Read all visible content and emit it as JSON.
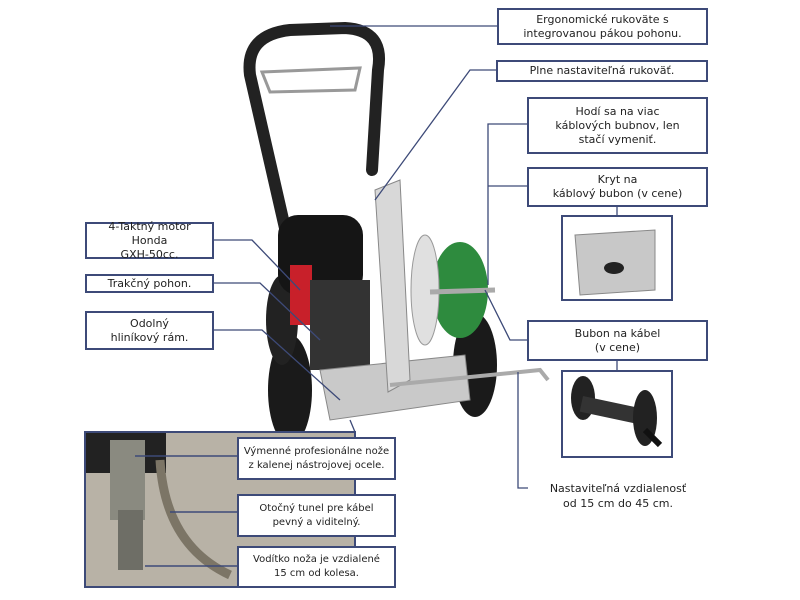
{
  "callouts": {
    "handles": "Ergonomické rukoväte s\nintegrovanou pákou pohonu.",
    "adjustable_handle": "Plne nastaviteľná rukoväť.",
    "multiple_drums": "Hodí sa na viac\nkáblových bubnov, len\nstačí vymeniť.",
    "drum_cover": "Kryt na\nkáblový bubon (v cene)",
    "cable_drum": "Bubon na kábel\n(v cene)",
    "distance": "Nastaviteľná vzdialenosť\nod 15 cm do 45 cm.",
    "engine": "4-Taktný motor Honda\nGXH-50cc.",
    "traction": "Trakčný pohon.",
    "frame": "Odolný\nhliníkový rám.",
    "blades": "Výmenné profesionálne nože\nz kalenej nástrojovej ocele.",
    "tunnel": "Otočný tunel pre kábel\npevný a viditelný.",
    "guide": "Vodítko noža je vzdialené\n15 cm od kolesa."
  },
  "colors": {
    "line": "#3d4a78",
    "engine_red": "#c8202a",
    "cable_green": "#2e8b3e"
  }
}
